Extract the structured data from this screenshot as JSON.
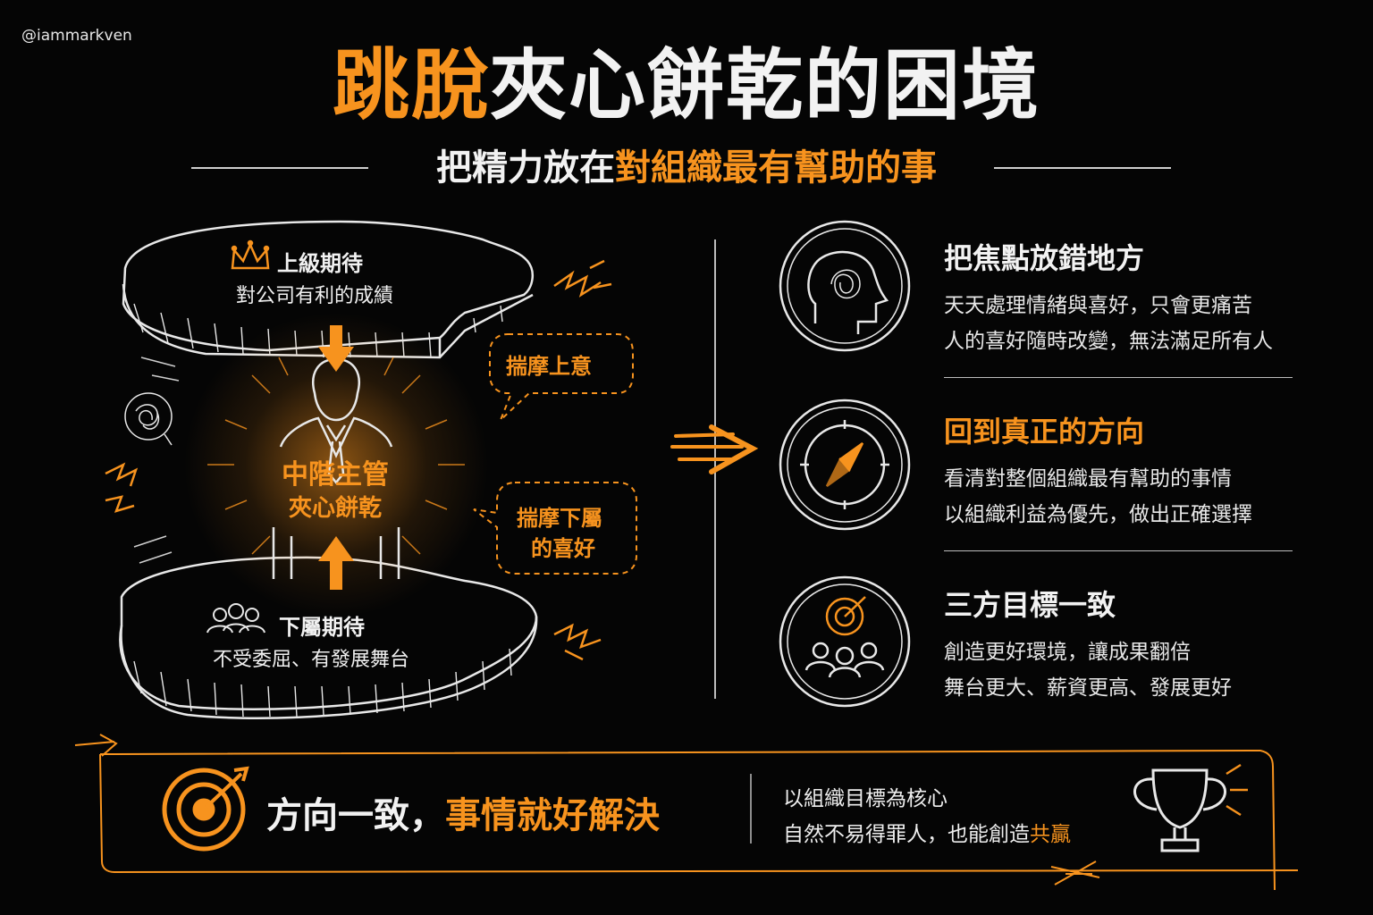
{
  "handle": "@iammarkven",
  "title": {
    "part1": "跳脫",
    "part2": "夾心餅乾的困境"
  },
  "subtitle": {
    "part1": "把精力放在",
    "part2": "對組織最有幫助的事"
  },
  "left": {
    "top_label": "上級期待",
    "top_sub": "對公司有利的成績",
    "middle_title": "中階主管",
    "middle_sub": "夾心餅乾",
    "bubble1": "揣摩上意",
    "bubble2_line1": "揣摩下屬",
    "bubble2_line2": "的喜好",
    "bottom_label": "下屬期待",
    "bottom_sub": "不受委屈、有發展舞台"
  },
  "items": [
    {
      "title": "把焦點放錯地方",
      "lines": [
        "天天處理情緒與喜好，只會更痛苦",
        "人的喜好隨時改變，無法滿足所有人"
      ],
      "icon": "tangled-mind-icon"
    },
    {
      "title": "回到真正的方向",
      "lines": [
        "看清對整個組織最有幫助的事情",
        "以組織利益為優先，做出正確選擇"
      ],
      "icon": "compass-icon"
    },
    {
      "title": "三方目標一致",
      "lines": [
        "創造更好環境，讓成果翻倍",
        "舞台更大、薪資更高、發展更好"
      ],
      "icon": "team-target-icon"
    }
  ],
  "bottom": {
    "main_part1": "方向一致，",
    "main_part2": "事情就好解決",
    "right_line1": "以組織目標為核心",
    "right_line2_part1": "自然不易得罪人，也能創造",
    "right_line2_part2": "共贏"
  },
  "colors": {
    "accent": "#f7931e",
    "background": "#050505",
    "text": "#f2f2f2"
  }
}
